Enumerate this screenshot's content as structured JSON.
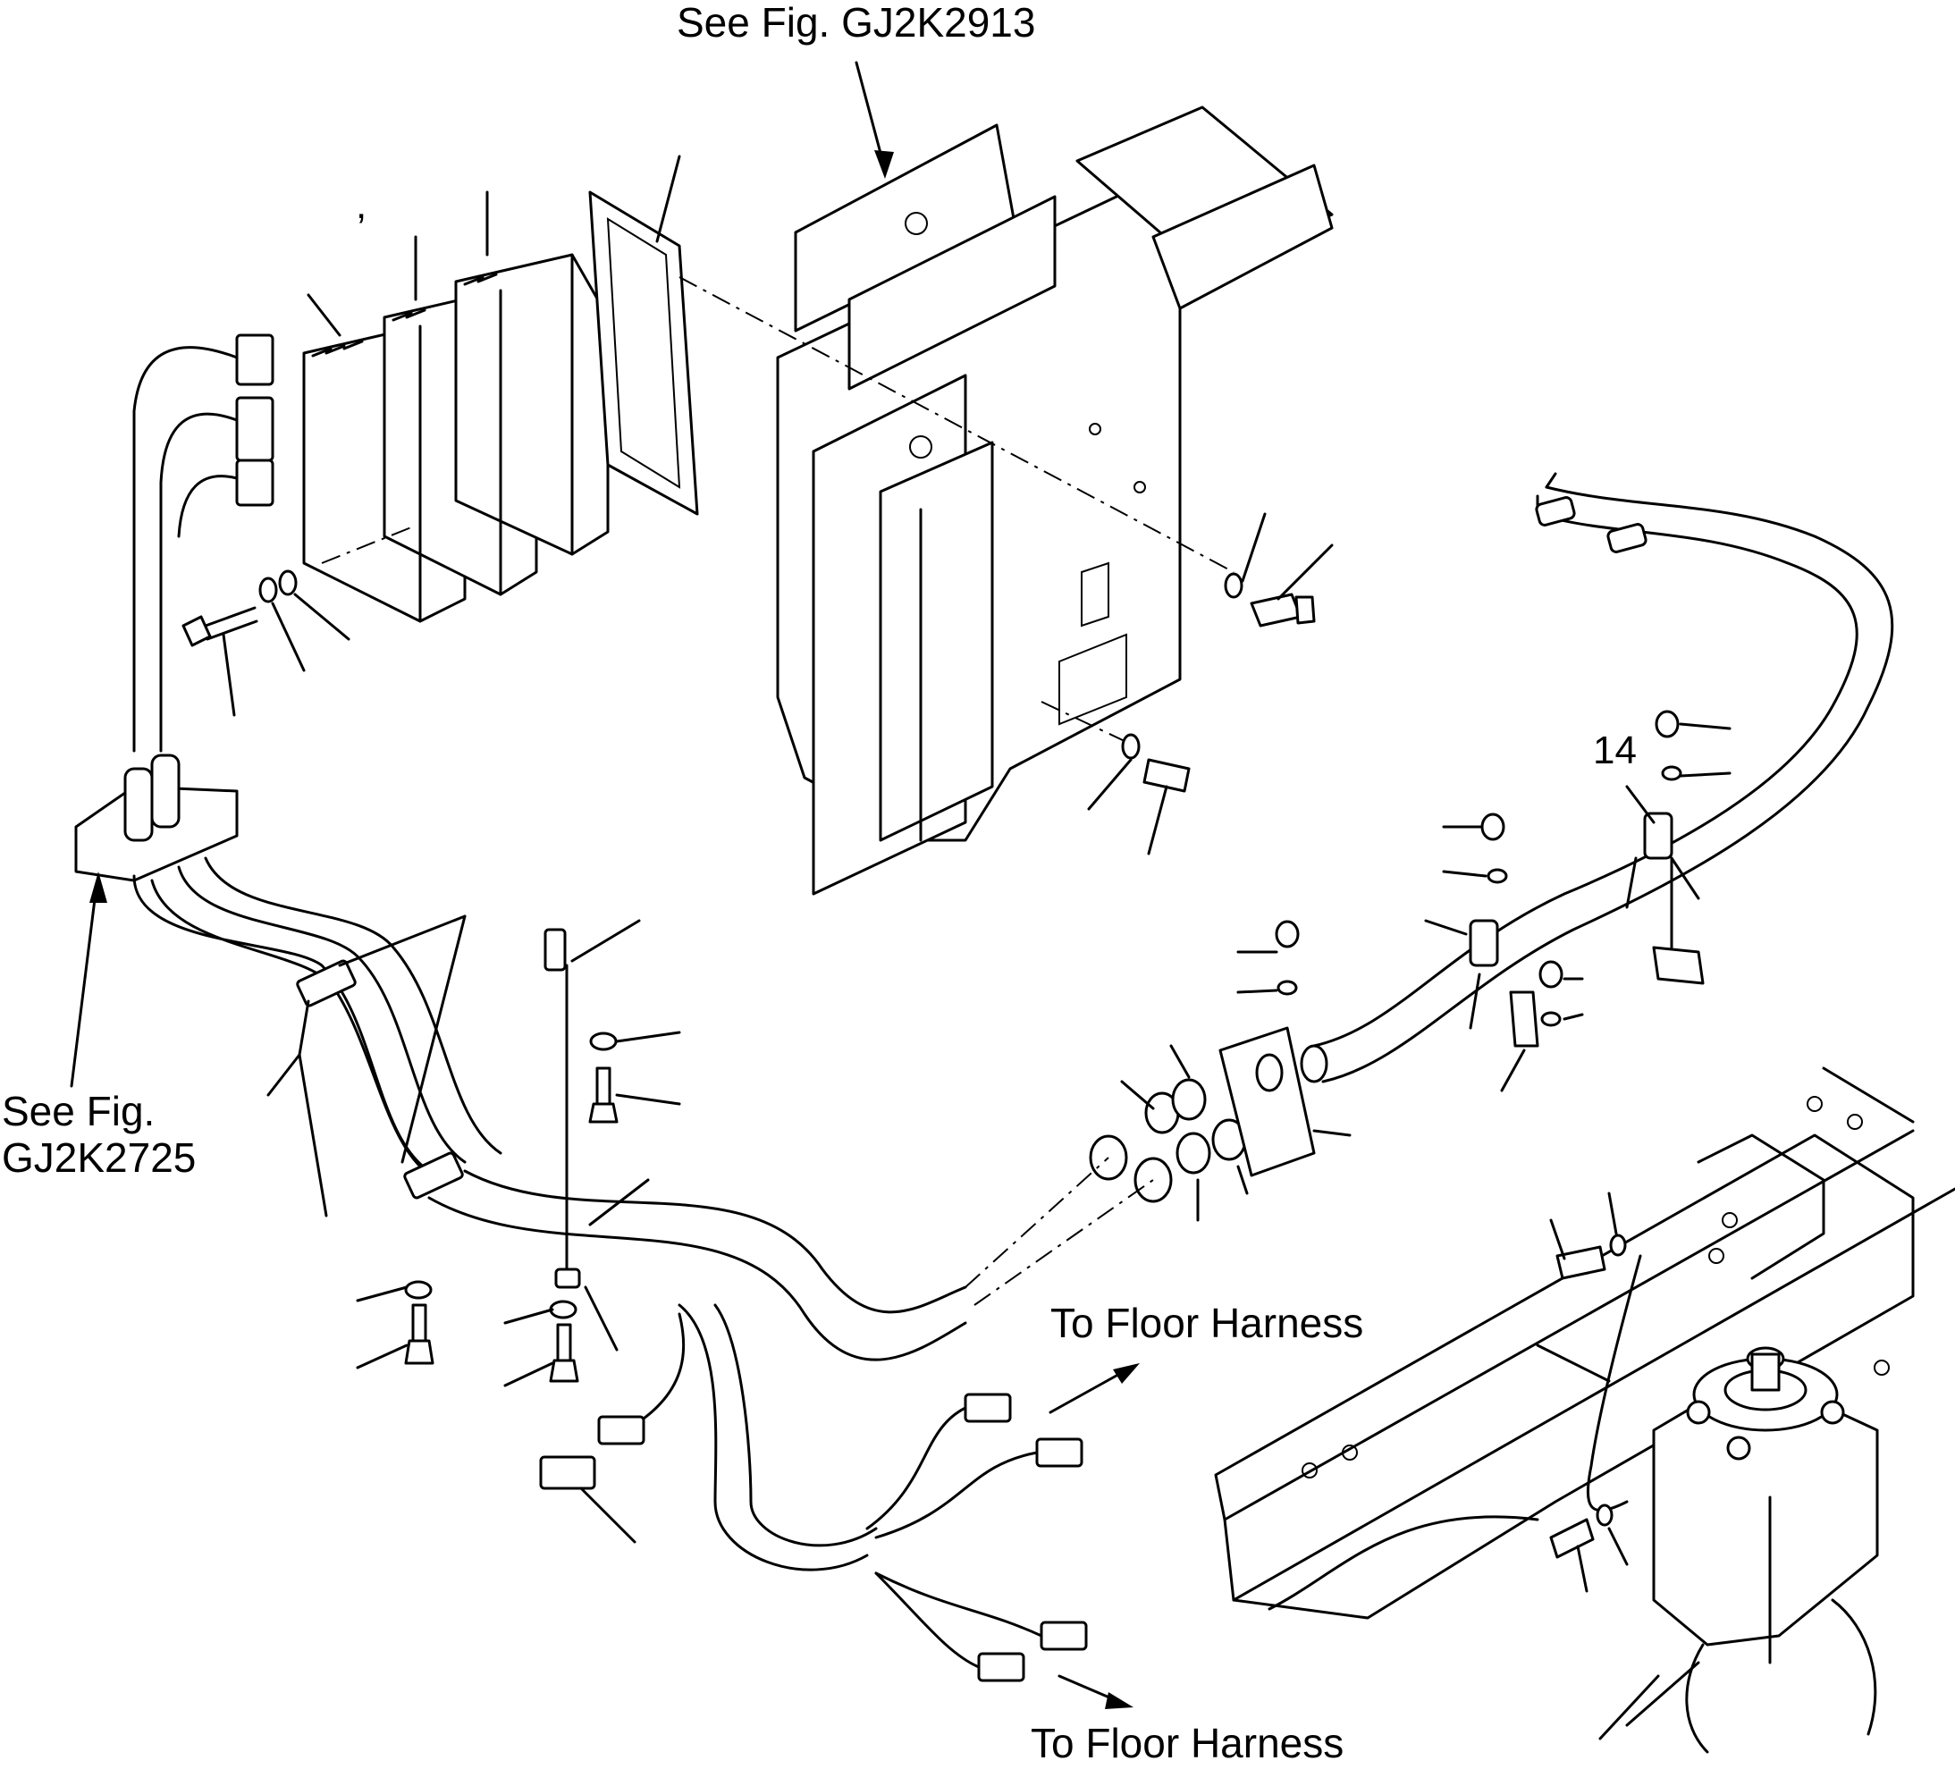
{
  "labels": {
    "see_fig_top": "See Fig. GJ2K2913",
    "see_fig_left": "See Fig.\nGJ2K2725",
    "floor_harness_upper": "To Floor Harness",
    "floor_harness_lower": "To Floor Harness",
    "item_14": "14",
    "stray_mark": ","
  }
}
